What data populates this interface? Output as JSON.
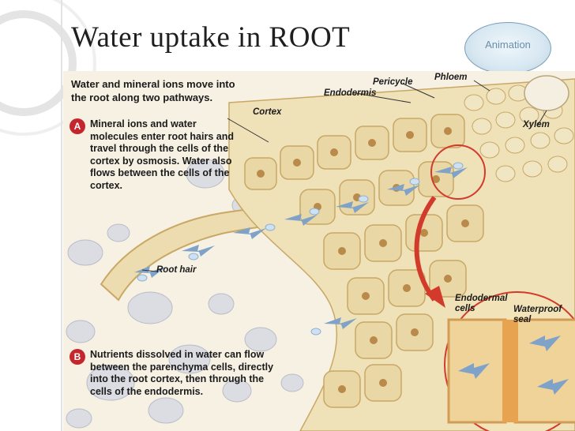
{
  "slide": {
    "title": "Water uptake in ROOT",
    "animation_button": "Animation"
  },
  "figure": {
    "intro": "Water and mineral ions move into the root along two pathways.",
    "step_a": {
      "marker": "A",
      "text": "Mineral ions and water molecules enter root hairs and travel through the cells of the cortex by osmosis. Water also flows between the cells of the cortex."
    },
    "step_b": {
      "marker": "B",
      "text": "Nutrients dissolved in water can flow between the parenchyma cells, directly into the root cortex, then through the cells of the endodermis."
    },
    "labels": {
      "pericycle": "Pericycle",
      "phloem": "Phloem",
      "endodermis": "Endodermis",
      "cortex": "Cortex",
      "xylem": "Xylem",
      "root_hair": "Root hair",
      "endodermal_cells": "Endodermal cells",
      "waterproof_seal": "Waterproof seal"
    }
  },
  "colors": {
    "cell_fill": "#e9d7a6",
    "cell_border": "#c9a865",
    "nucleus": "#b98a49",
    "arrow": "#7fa3c8",
    "highlight": "#d23a2c",
    "badge": "#c4262e"
  }
}
